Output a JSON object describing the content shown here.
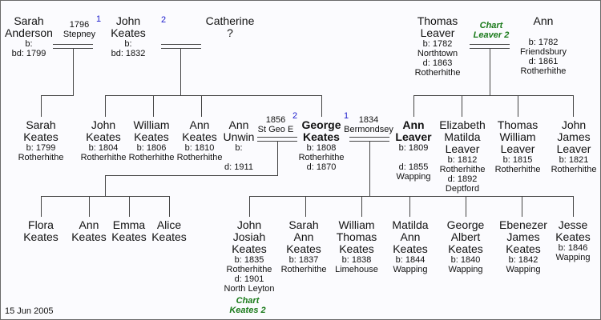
{
  "generation1": {
    "sarah_anderson": {
      "name1": "Sarah",
      "name2": "Anderson",
      "d1": "b:",
      "d2": "bd: 1799"
    },
    "marriage_anderson": {
      "year": "1796",
      "place": "Stepney",
      "num": "1"
    },
    "john_keates_sr": {
      "name1": "John",
      "name2": "Keates",
      "d1": "b:",
      "d2": "bd: 1832"
    },
    "marriage_catherine": {
      "num": "2"
    },
    "catherine": {
      "name1": "Catherine",
      "name2": "?"
    },
    "thomas_leaver": {
      "name1": "Thomas",
      "name2": "Leaver",
      "d1": "b: 1782",
      "d2": "Northtown",
      "d3": "d: 1863",
      "d4": "Rotherhithe"
    },
    "chart_leaver": {
      "l1": "Chart",
      "l2": "Leaver 2"
    },
    "ann": {
      "name1": "Ann",
      "d1": "b: 1782",
      "d2": "Friendsbury",
      "d3": "d: 1861",
      "d4": "Rotherhithe"
    }
  },
  "generation2": {
    "sarah_keates": {
      "name1": "Sarah",
      "name2": "Keates",
      "d1": "b: 1799",
      "d2": "Rotherhithe"
    },
    "john_keates": {
      "name1": "John",
      "name2": "Keates",
      "d1": "b: 1804",
      "d2": "Rotherhithe"
    },
    "william_keates": {
      "name1": "William",
      "name2": "Keates",
      "d1": "b: 1806",
      "d2": "Rotherhithe"
    },
    "ann_keates": {
      "name1": "Ann",
      "name2": "Keates",
      "d1": "b: 1810",
      "d2": "Rotherhithe"
    },
    "ann_unwin": {
      "name1": "Ann",
      "name2": "Unwin",
      "d1": "b:",
      "d2": "d: 1911"
    },
    "marriage_unwin": {
      "year": "1856",
      "place": "St Geo E",
      "num": "2"
    },
    "george_keates": {
      "name1": "George",
      "name2": "Keates",
      "d1": "b: 1808",
      "d2": "Rotherhithe",
      "d3": "d: 1870"
    },
    "marriage_leaver": {
      "year": "1834",
      "place": "Bermondsey",
      "num": "1"
    },
    "ann_leaver": {
      "name1": "Ann",
      "name2": "Leaver",
      "d1": "b: 1809",
      "d2": "d: 1855",
      "d3": "Wapping"
    },
    "elizabeth_leaver": {
      "name1": "Elizabeth",
      "name2": "Matilda",
      "name3": "Leaver",
      "d1": "b: 1812",
      "d2": "Rotherhithe",
      "d3": "d: 1892",
      "d4": "Deptford"
    },
    "thomas_william_leaver": {
      "name1": "Thomas",
      "name2": "William",
      "name3": "Leaver",
      "d1": "b: 1815",
      "d2": "Rotherhithe"
    },
    "john_james_leaver": {
      "name1": "John",
      "name2": "James",
      "name3": "Leaver",
      "d1": "b:  1821",
      "d2": "Rotherhithe"
    }
  },
  "generation3": {
    "flora": {
      "name1": "Flora",
      "name2": "Keates"
    },
    "ann": {
      "name1": "Ann",
      "name2": "Keates"
    },
    "emma": {
      "name1": "Emma",
      "name2": "Keates"
    },
    "alice": {
      "name1": "Alice",
      "name2": "Keates"
    },
    "john_josiah": {
      "name1": "John",
      "name2": "Josiah",
      "name3": "Keates",
      "d1": "b: 1835",
      "d2": "Rotherhithe",
      "d3": "d: 1901",
      "d4": "North Leyton"
    },
    "chart_keates": {
      "l1": "Chart",
      "l2": "Keates 2"
    },
    "sarah_ann": {
      "name1": "Sarah",
      "name2": "Ann",
      "name3": "Keates",
      "d1": "b: 1837",
      "d2": "Rotherhithe"
    },
    "william_thomas": {
      "name1": "William",
      "name2": "Thomas",
      "name3": "Keates",
      "d1": "b: 1838",
      "d2": "Limehouse"
    },
    "matilda_ann": {
      "name1": "Matilda",
      "name2": "Ann",
      "name3": "Keates",
      "d1": "b: 1844",
      "d2": "Wapping"
    },
    "george_albert": {
      "name1": "George",
      "name2": "Albert",
      "name3": "Keates",
      "d1": "b: 1840",
      "d2": "Wapping"
    },
    "ebenezer_james": {
      "name1": "Ebenezer",
      "name2": "James",
      "name3": "Keates",
      "d1": "b: 1842",
      "d2": "Wapping"
    },
    "jesse": {
      "name1": "Jesse",
      "name2": "Keates",
      "d1": "b: 1846",
      "d2": "Wapping"
    }
  },
  "footer": {
    "date": "15 Jun 2005"
  },
  "colors": {
    "background": "#fbfbfe",
    "lines": "#444444",
    "link": "#1a7a1a",
    "marriage_number": "#1a1acc"
  }
}
